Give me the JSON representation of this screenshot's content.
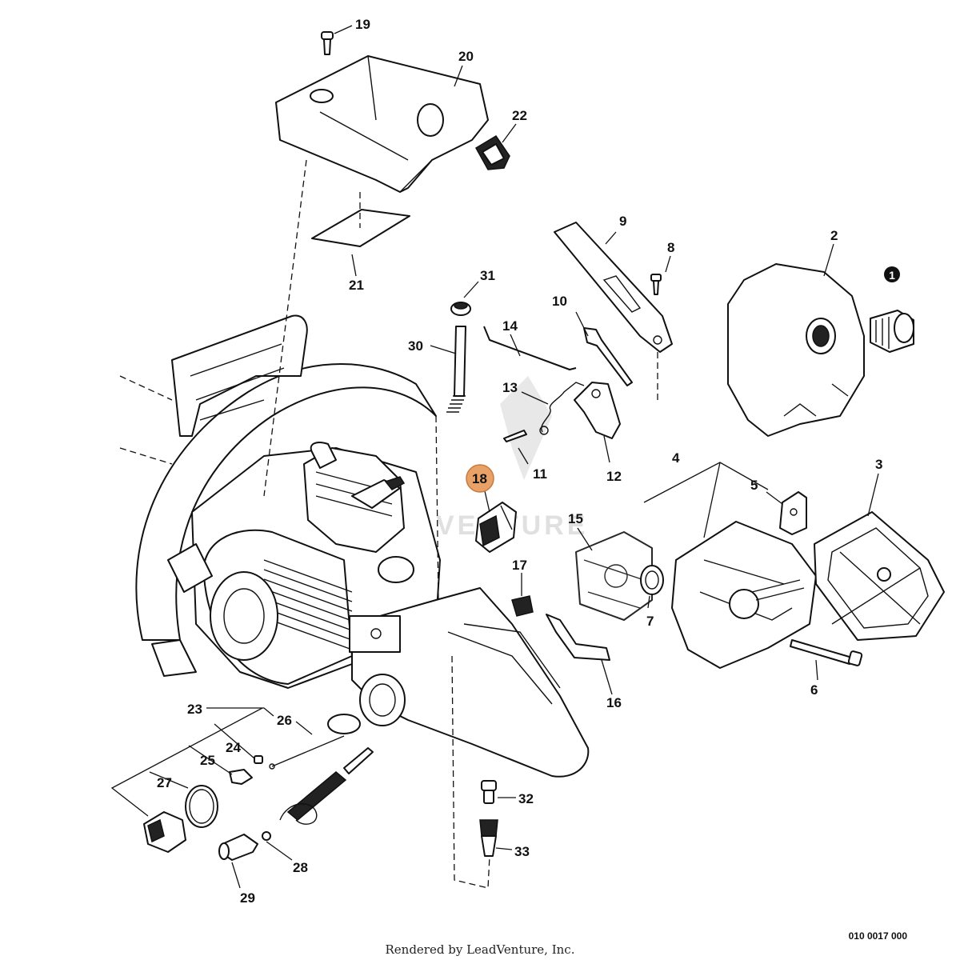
{
  "diagram": {
    "callouts": [
      "19",
      "20",
      "22",
      "21",
      "9",
      "8",
      "2",
      "1",
      "31",
      "14",
      "10",
      "30",
      "13",
      "11",
      "12",
      "18",
      "15",
      "4",
      "5",
      "3",
      "17",
      "7",
      "16",
      "6",
      "23",
      "26",
      "24",
      "25",
      "27",
      "28",
      "29",
      "32",
      "33"
    ],
    "highlighted_callout": "18",
    "highlight_color": "#e8a268",
    "watermark_text": "VENTURE",
    "drawing_code": "010 0017 000",
    "footer": "Rendered by LeadVenture, Inc."
  }
}
